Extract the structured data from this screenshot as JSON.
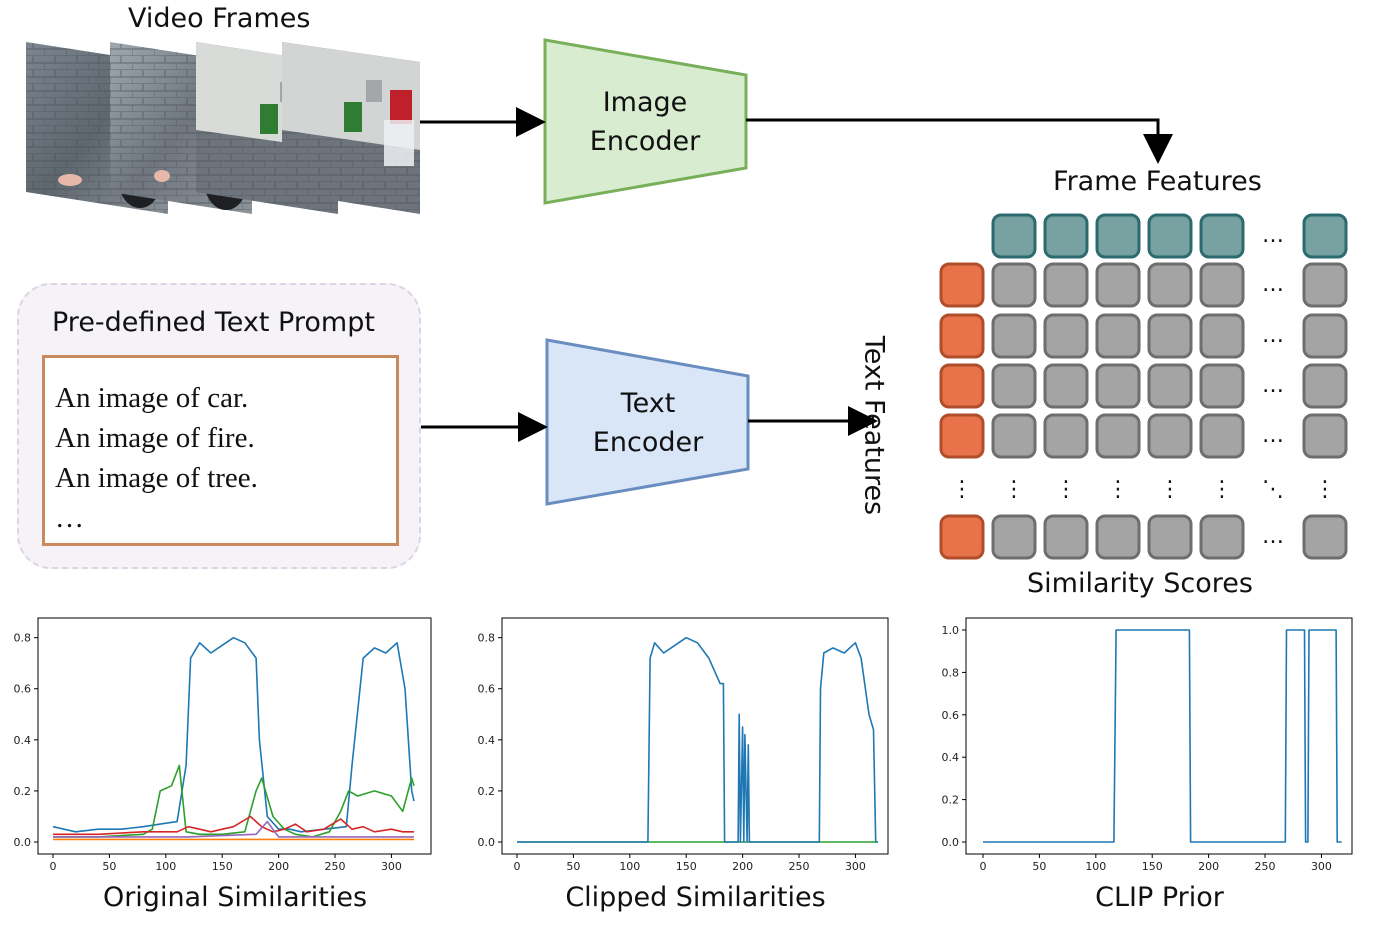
{
  "video_frames_title": "Video Frames",
  "image_encoder": {
    "line1": "Image",
    "line2": "Encoder"
  },
  "text_encoder": {
    "line1": "Text",
    "line2": "Encoder"
  },
  "frame_features_title": "Frame Features",
  "text_features_title": "Text Features",
  "similarity_scores_title": "Similarity Scores",
  "prompt_panel": {
    "title": "Pre-defined Text Prompt",
    "lines": [
      "An image of car.",
      "An image of fire.",
      "An image of tree.",
      "…"
    ]
  },
  "matrix": {
    "ellipsis_h": "…",
    "ellipsis_v": "⋮",
    "ellipsis_d": "⋱"
  },
  "colors": {
    "frame_feature": "#78a2a2",
    "frame_feature_border": "#2b6b70",
    "text_feature": "#e8734a",
    "text_feature_border": "#b04d2a",
    "score_cell": "#a4a4a4",
    "score_cell_border": "#6e6e6e",
    "image_encoder_fill": "#d8ecd0",
    "image_encoder_border": "#78b05a",
    "text_encoder_fill": "#d8e6f7",
    "text_encoder_border": "#6a8dc0",
    "line_blue": "#1f77b4",
    "line_green": "#2ca02c",
    "line_red": "#d62728"
  },
  "chart_data": [
    {
      "type": "line",
      "caption": "Original Similarities",
      "xlim": [
        0,
        320
      ],
      "ylim": [
        0,
        0.83
      ],
      "xticks": [
        0,
        50,
        100,
        150,
        200,
        250,
        300
      ],
      "yticks": [
        0.0,
        0.2,
        0.4,
        0.6,
        0.8
      ],
      "series": [
        {
          "color": "#1f77b4",
          "x": [
            0,
            20,
            40,
            60,
            80,
            95,
            110,
            118,
            122,
            130,
            140,
            150,
            160,
            170,
            180,
            183,
            190,
            200,
            210,
            220,
            240,
            260,
            265,
            275,
            285,
            295,
            305,
            312,
            318,
            320
          ],
          "y": [
            0.06,
            0.04,
            0.05,
            0.05,
            0.06,
            0.07,
            0.08,
            0.3,
            0.72,
            0.78,
            0.74,
            0.77,
            0.8,
            0.78,
            0.72,
            0.4,
            0.1,
            0.05,
            0.05,
            0.04,
            0.05,
            0.06,
            0.3,
            0.72,
            0.76,
            0.74,
            0.78,
            0.6,
            0.2,
            0.16
          ]
        },
        {
          "color": "#2ca02c",
          "x": [
            0,
            40,
            80,
            88,
            95,
            105,
            112,
            118,
            130,
            150,
            170,
            180,
            185,
            195,
            205,
            215,
            230,
            245,
            255,
            262,
            270,
            285,
            300,
            310,
            318,
            320
          ],
          "y": [
            0.02,
            0.02,
            0.03,
            0.05,
            0.2,
            0.22,
            0.3,
            0.04,
            0.03,
            0.03,
            0.04,
            0.2,
            0.25,
            0.1,
            0.05,
            0.03,
            0.02,
            0.04,
            0.12,
            0.2,
            0.18,
            0.2,
            0.18,
            0.12,
            0.25,
            0.22
          ]
        },
        {
          "color": "#d62728",
          "x": [
            0,
            40,
            80,
            110,
            120,
            130,
            140,
            150,
            160,
            175,
            185,
            195,
            205,
            215,
            225,
            240,
            255,
            265,
            275,
            285,
            300,
            310,
            320
          ],
          "y": [
            0.03,
            0.03,
            0.04,
            0.04,
            0.06,
            0.05,
            0.04,
            0.05,
            0.06,
            0.1,
            0.06,
            0.04,
            0.05,
            0.07,
            0.04,
            0.05,
            0.09,
            0.05,
            0.06,
            0.04,
            0.05,
            0.04,
            0.04
          ]
        },
        {
          "color": "#9467bd",
          "x": [
            0,
            60,
            120,
            180,
            190,
            200,
            240,
            300,
            320
          ],
          "y": [
            0.02,
            0.02,
            0.02,
            0.03,
            0.08,
            0.02,
            0.02,
            0.02,
            0.02
          ]
        },
        {
          "color": "#ff7f0e",
          "x": [
            0,
            80,
            160,
            240,
            320
          ],
          "y": [
            0.01,
            0.01,
            0.01,
            0.01,
            0.01
          ]
        }
      ]
    },
    {
      "type": "line",
      "caption": "Clipped Similarities",
      "xlim": [
        0,
        320
      ],
      "ylim": [
        0,
        0.83
      ],
      "xticks": [
        0,
        50,
        100,
        150,
        200,
        250,
        300
      ],
      "yticks": [
        0.0,
        0.2,
        0.4,
        0.6,
        0.8
      ],
      "series": [
        {
          "color": "#2ca02c",
          "x": [
            0,
            320
          ],
          "y": [
            0.0,
            0.0
          ]
        },
        {
          "color": "#1f77b4",
          "x": [
            0,
            116,
            118,
            122,
            130,
            140,
            150,
            160,
            170,
            180,
            183,
            184,
            196,
            197,
            198,
            200,
            201,
            202,
            204,
            205,
            206,
            268,
            269,
            272,
            280,
            290,
            300,
            305,
            312,
            316,
            318,
            320
          ],
          "y": [
            0.0,
            0.0,
            0.72,
            0.78,
            0.74,
            0.77,
            0.8,
            0.78,
            0.72,
            0.62,
            0.62,
            0.0,
            0.0,
            0.5,
            0.0,
            0.45,
            0.0,
            0.42,
            0.0,
            0.38,
            0.0,
            0.0,
            0.6,
            0.74,
            0.76,
            0.74,
            0.78,
            0.72,
            0.5,
            0.44,
            0.0,
            0.0
          ]
        }
      ]
    },
    {
      "type": "line",
      "caption": "CLIP Prior",
      "xlim": [
        0,
        320
      ],
      "ylim": [
        0,
        1.0
      ],
      "xticks": [
        0,
        50,
        100,
        150,
        200,
        250,
        300
      ],
      "yticks": [
        0.0,
        0.2,
        0.4,
        0.6,
        0.8,
        1.0
      ],
      "series": [
        {
          "color": "#1f77b4",
          "x": [
            0,
            116,
            118,
            183,
            184,
            268,
            269,
            285,
            286,
            288,
            289,
            313,
            314,
            318
          ],
          "y": [
            0,
            0,
            1,
            1,
            0,
            0,
            1,
            1,
            0,
            0,
            1,
            1,
            0,
            0
          ]
        }
      ]
    }
  ]
}
